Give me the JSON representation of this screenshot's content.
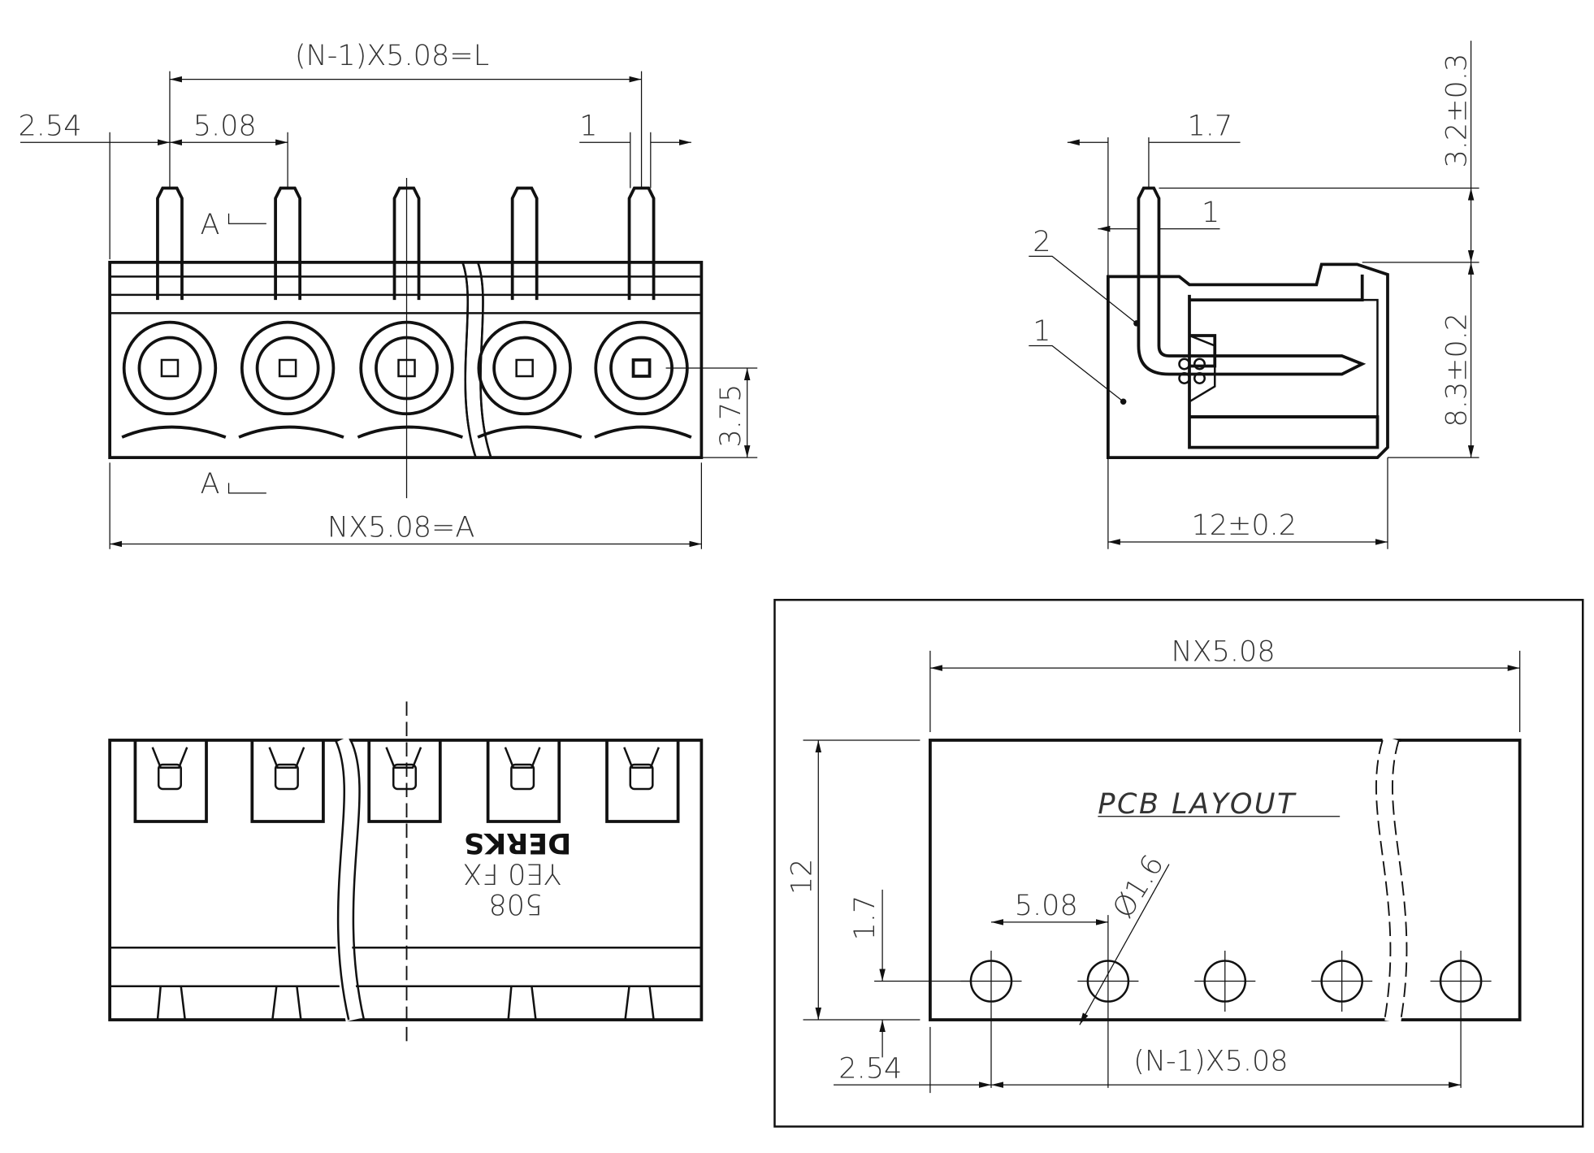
{
  "front_view": {
    "pitch_total": "(N-1)X5.08=L",
    "edge_offset": "2.54",
    "pitch": "5.08",
    "pin_width": "1",
    "section_top": "A",
    "section_bottom": "A",
    "hole_height": "3.75",
    "overall_length": "NX5.08=A"
  },
  "side_view": {
    "pin_offset": "1.7",
    "pin_thickness": "1",
    "callout_2": "2",
    "callout_1": "1",
    "pin_length": "3.2±0.3",
    "body_height": "8.3±0.2",
    "body_depth": "12±0.2"
  },
  "bottom_view": {
    "marking_brand": "DERKS",
    "marking_series": "YE0 FX",
    "marking_pitch": "508"
  },
  "pcb_layout": {
    "title": "PCB LAYOUT",
    "overall": "NX5.08",
    "depth": "12",
    "row_offset": "1.7",
    "pitch": "5.08",
    "hole_diameter": "Ø1.6",
    "edge_offset": "2.54",
    "pitch_total": "(N-1)X5.08"
  }
}
